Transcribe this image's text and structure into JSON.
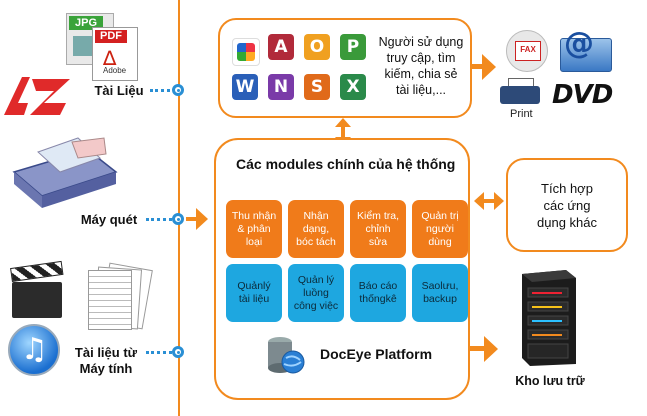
{
  "inputs": {
    "documents_label": "Tài Liệu",
    "scanner_label": "Máy quét",
    "computer_label_line1": "Tài liệu từ",
    "computer_label_line2": "Máy tính",
    "jpg_text": "JPG",
    "pdf_text": "PDF",
    "adobe_text": "Adobe"
  },
  "users_panel": {
    "text_line1": "Người sử dụng",
    "text_line2": "truy cập, tìm",
    "text_line3": "kiếm, chia sẻ",
    "text_line4": "tài liệu,..."
  },
  "outputs": {
    "fax_text": "FAX",
    "print_text": "Print",
    "dvd_text": "DVD"
  },
  "core": {
    "title": "Các modules chính của hệ thống",
    "platform_name": "DocEye Platform",
    "modules_row1": [
      {
        "line1": "Thu nhận",
        "line2": "& phân",
        "line3": "loại"
      },
      {
        "line1": "Nhận",
        "line2": "dạng,",
        "line3": "bóc tách"
      },
      {
        "line1": "Kiểm tra,",
        "line2": "chỉnh",
        "line3": "sửa"
      },
      {
        "line1": "Quản trị",
        "line2": "người",
        "line3": "dùng"
      }
    ],
    "modules_row2": [
      {
        "line1": "Quảnlý",
        "line2": "tài liệu",
        "line3": ""
      },
      {
        "line1": "Quản lý",
        "line2": "luồng",
        "line3": "công việc"
      },
      {
        "line1": "Báo cáo",
        "line2": "thốngkê",
        "line3": ""
      },
      {
        "line1": "Saolưu,",
        "line2": "backup",
        "line3": ""
      }
    ]
  },
  "integration": {
    "line1": "Tích hợp",
    "line2": "các ứng",
    "line3": "dụng khác"
  },
  "storage": {
    "label": "Kho lưu trữ"
  },
  "colors": {
    "accent_orange": "#f28a1e",
    "module_orange": "#f07b1a",
    "module_blue": "#1ea7e0",
    "connector_blue": "#2a8fd4"
  }
}
